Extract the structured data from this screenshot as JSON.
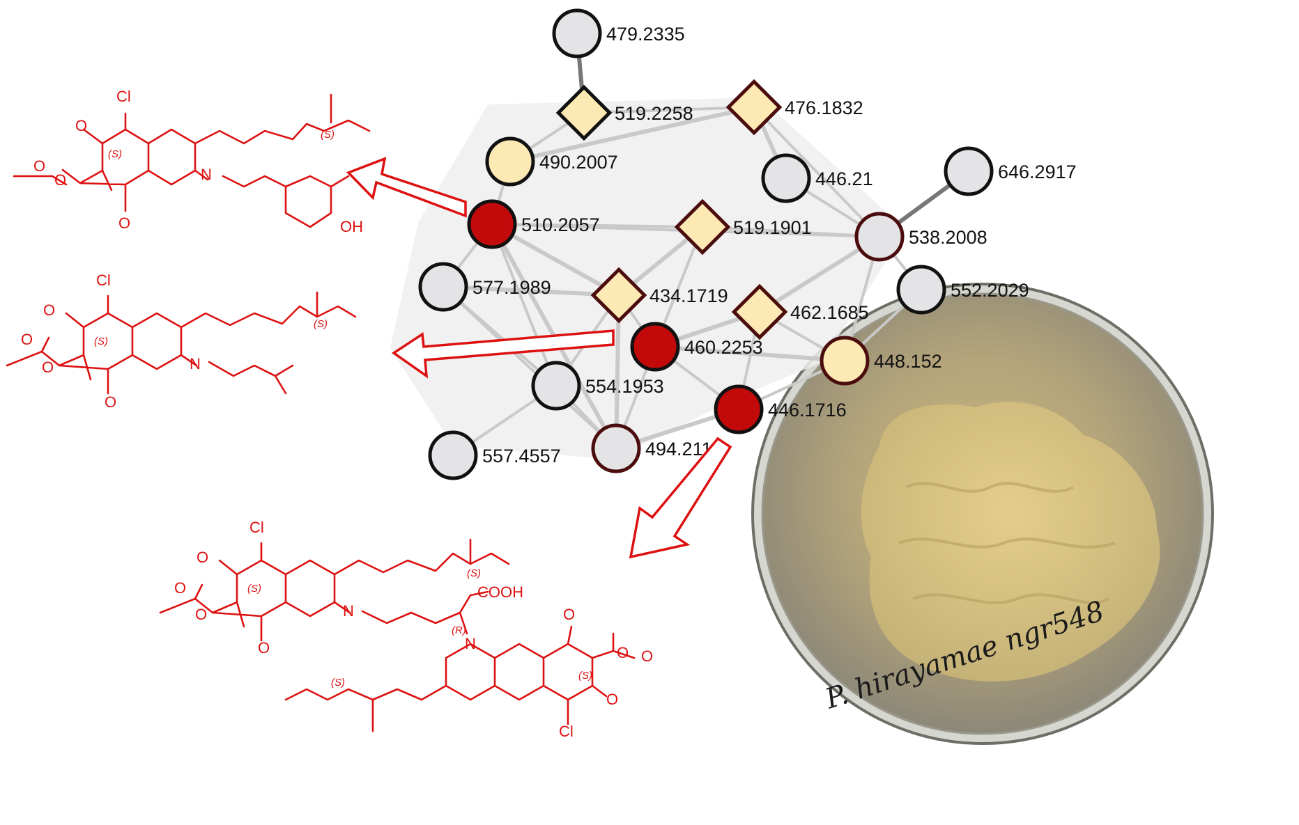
{
  "colors": {
    "grey_node": "#e4e4e6",
    "cream_node": "#fde9b4",
    "red_node": "#c20a0a",
    "stroke_black": "#111111",
    "stroke_dark_red": "#4a0c0c",
    "edge": "#c9c9c9",
    "chem_red": "#dd1111"
  },
  "network": {
    "nodes": [
      {
        "id": "n479",
        "label": "479.2335",
        "shape": "circle",
        "fill": "grey",
        "border": "black"
      },
      {
        "id": "n519a",
        "label": "519.2258",
        "shape": "diamond",
        "fill": "cream",
        "border": "black"
      },
      {
        "id": "n476",
        "label": "476.1832",
        "shape": "diamond",
        "fill": "cream",
        "border": "dark_red"
      },
      {
        "id": "n490",
        "label": "490.2007",
        "shape": "circle",
        "fill": "cream",
        "border": "black"
      },
      {
        "id": "n44621",
        "label": "446.21",
        "shape": "circle",
        "fill": "grey",
        "border": "black"
      },
      {
        "id": "n646",
        "label": "646.2917",
        "shape": "circle",
        "fill": "grey",
        "border": "black"
      },
      {
        "id": "n510",
        "label": "510.2057",
        "shape": "circle",
        "fill": "red",
        "border": "black"
      },
      {
        "id": "n519b",
        "label": "519.1901",
        "shape": "diamond",
        "fill": "cream",
        "border": "dark_red"
      },
      {
        "id": "n538",
        "label": "538.2008",
        "shape": "circle",
        "fill": "grey",
        "border": "dark_red"
      },
      {
        "id": "n577",
        "label": "577.1989",
        "shape": "circle",
        "fill": "grey",
        "border": "black"
      },
      {
        "id": "n434",
        "label": "434.1719",
        "shape": "diamond",
        "fill": "cream",
        "border": "dark_red"
      },
      {
        "id": "n552",
        "label": "552.2029",
        "shape": "circle",
        "fill": "grey",
        "border": "black"
      },
      {
        "id": "n462",
        "label": "462.1685",
        "shape": "diamond",
        "fill": "cream",
        "border": "dark_red"
      },
      {
        "id": "n460",
        "label": "460.2253",
        "shape": "circle",
        "fill": "red",
        "border": "black"
      },
      {
        "id": "n448",
        "label": "448.152",
        "shape": "circle",
        "fill": "cream",
        "border": "dark_red"
      },
      {
        "id": "n554",
        "label": "554.1953",
        "shape": "circle",
        "fill": "grey",
        "border": "black"
      },
      {
        "id": "n4461716",
        "label": "446.1716",
        "shape": "circle",
        "fill": "red",
        "border": "black"
      },
      {
        "id": "n557",
        "label": "557.4557",
        "shape": "circle",
        "fill": "grey",
        "border": "black"
      },
      {
        "id": "n494",
        "label": "494.211",
        "shape": "circle",
        "fill": "grey",
        "border": "dark_red"
      }
    ],
    "edges": [
      [
        "n479",
        "n519a"
      ],
      [
        "n519a",
        "n490"
      ],
      [
        "n519a",
        "n476"
      ],
      [
        "n476",
        "n44621"
      ],
      [
        "n476",
        "n538"
      ],
      [
        "n490",
        "n510"
      ],
      [
        "n490",
        "n476"
      ],
      [
        "n510",
        "n577"
      ],
      [
        "n510",
        "n519b"
      ],
      [
        "n510",
        "n434"
      ],
      [
        "n510",
        "n538"
      ],
      [
        "n44621",
        "n538"
      ],
      [
        "n646",
        "n538"
      ],
      [
        "n519b",
        "n538"
      ],
      [
        "n519b",
        "n460"
      ],
      [
        "n519b",
        "n434"
      ],
      [
        "n538",
        "n552"
      ],
      [
        "n538",
        "n448"
      ],
      [
        "n538",
        "n462"
      ],
      [
        "n577",
        "n554"
      ],
      [
        "n577",
        "n494"
      ],
      [
        "n577",
        "n434"
      ],
      [
        "n434",
        "n460"
      ],
      [
        "n434",
        "n554"
      ],
      [
        "n434",
        "n494"
      ],
      [
        "n462",
        "n448"
      ],
      [
        "n462",
        "n4461716"
      ],
      [
        "n462",
        "n460"
      ],
      [
        "n460",
        "n4461716"
      ],
      [
        "n460",
        "n494"
      ],
      [
        "n460",
        "n448"
      ],
      [
        "n554",
        "n557"
      ],
      [
        "n554",
        "n494"
      ],
      [
        "n4461716",
        "n494"
      ],
      [
        "n4461716",
        "n448"
      ],
      [
        "n448",
        "n552"
      ],
      [
        "n494",
        "n510"
      ],
      [
        "n554",
        "n510"
      ]
    ]
  },
  "structures": {
    "atoms": {
      "cl": "Cl",
      "o": "O",
      "n": "N",
      "oh": "OH",
      "cooh": "COOH"
    },
    "stereo": {
      "s": "(S)",
      "r": "(R)"
    }
  },
  "plate": {
    "label": "P. hirayamae  ngr548"
  }
}
